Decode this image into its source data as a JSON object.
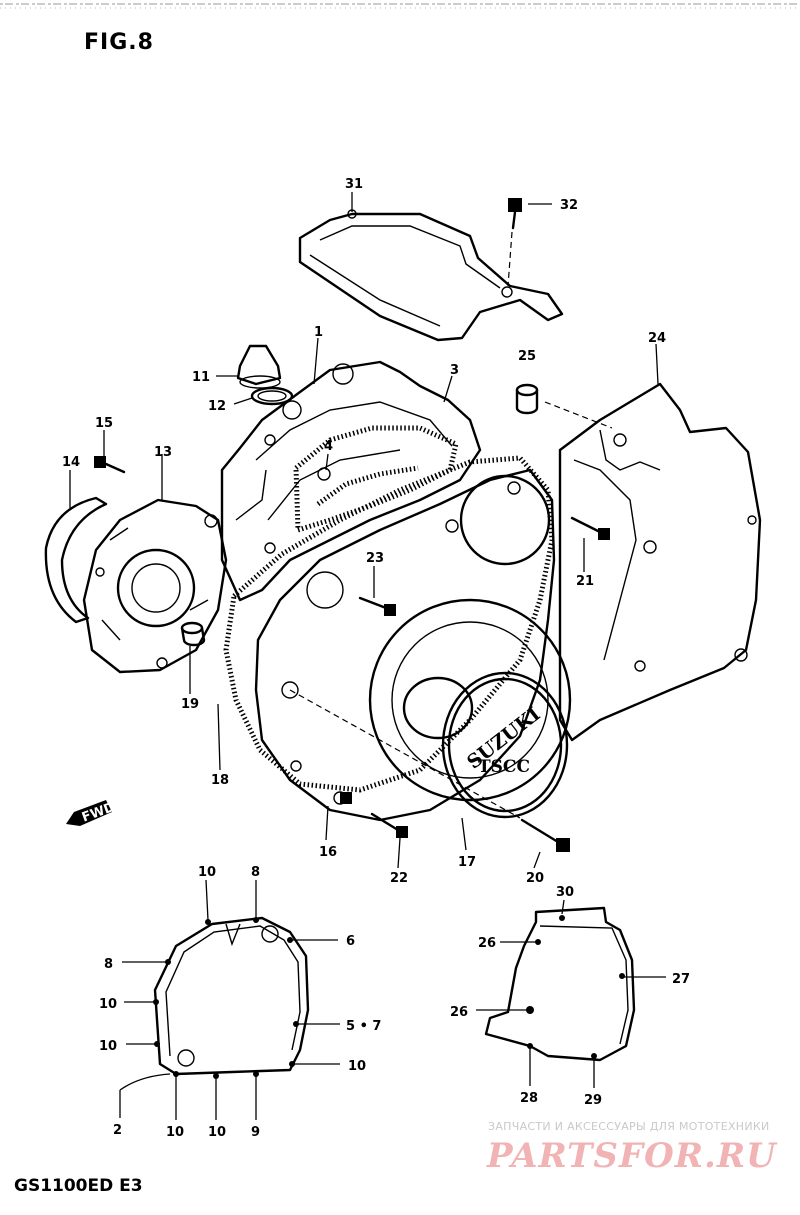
{
  "figure": {
    "title": "FIG.8",
    "model": "GS1100ED E3"
  },
  "front_arrow": "FWD",
  "logo": {
    "brand": "SUZUKI",
    "subtext": "TSCC"
  },
  "watermark": {
    "line1": "ЗАПЧАСТИ И АКСЕССУАРЫ ДЛЯ МОТОТЕХНИКИ",
    "line2": "PARTSFOR.RU"
  },
  "callouts": {
    "c31": "31",
    "c32": "32",
    "c1": "1",
    "c3": "3",
    "c11": "11",
    "c12": "12",
    "c4": "4",
    "c25": "25",
    "c24": "24",
    "c15": "15",
    "c14": "14",
    "c13": "13",
    "c23": "23",
    "c21": "21",
    "c19": "19",
    "c18": "18",
    "c16": "16",
    "c22": "22",
    "c17": "17",
    "c20": "20",
    "d10a": "10",
    "d8a": "8",
    "d6": "6",
    "d8b": "8",
    "d10b": "10",
    "d57": "5 • 7",
    "d10c": "10",
    "d10d": "10",
    "d2": "2",
    "d10e": "10",
    "d10f": "10",
    "d9": "9",
    "d30": "30",
    "d26a": "26",
    "d27": "27",
    "d26b": "26",
    "d28": "28",
    "d29": "29"
  }
}
